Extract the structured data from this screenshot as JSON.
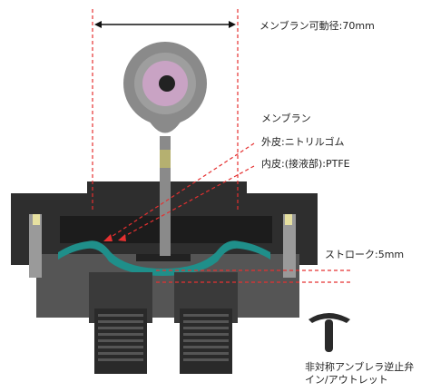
{
  "labels": {
    "membrane_diameter": "メンブラン可動径:70mm",
    "membrane": "メンブラン",
    "outer_skin": "外皮:ニトリルゴム",
    "inner_skin": "内皮:(接液部):PTFE",
    "stroke": "ストローク:5mm",
    "valve_line1": "非対称アンブレラ逆止弁",
    "valve_line2": "イン/アウトレット"
  },
  "colors": {
    "guide_dash": "#e53030",
    "membrane": "#1f8f8a",
    "body": "#3a3a3a",
    "cam": "#8a8a8a",
    "cam_center": "#c9a3c4"
  }
}
